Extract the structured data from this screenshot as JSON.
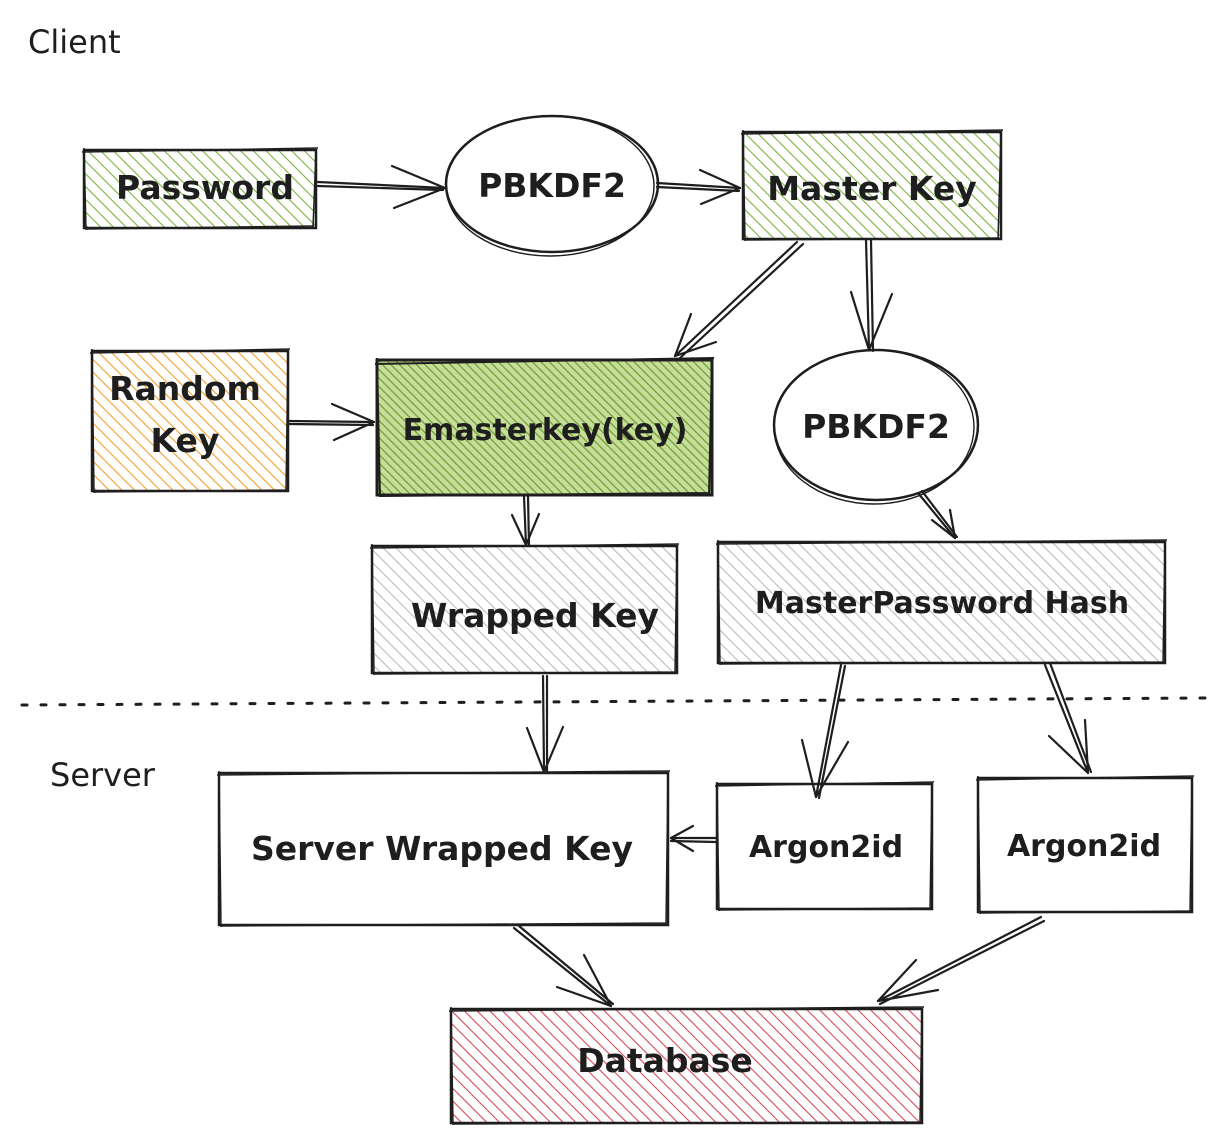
{
  "sections": {
    "client": "Client",
    "server": "Server"
  },
  "nodes": {
    "password": "Password",
    "pbkdf2_top": "PBKDF2",
    "master_key": "Master Key",
    "random_key_line1": "Random",
    "random_key_line2": "Key",
    "emasterkey": "Emasterkey(key)",
    "pbkdf2_right": "PBKDF2",
    "wrapped_key": "Wrapped Key",
    "master_password_hash": "MasterPassword Hash",
    "server_wrapped_key": "Server Wrapped Key",
    "argon2id_left": "Argon2id",
    "argon2id_right": "Argon2id",
    "database": "Database"
  },
  "colors": {
    "green_fill": "#7cb342",
    "orange_fill": "#f0a030",
    "gray_fill": "#b8bcc4",
    "red_fill": "#d34a5a",
    "stroke": "#1e1e1e"
  }
}
